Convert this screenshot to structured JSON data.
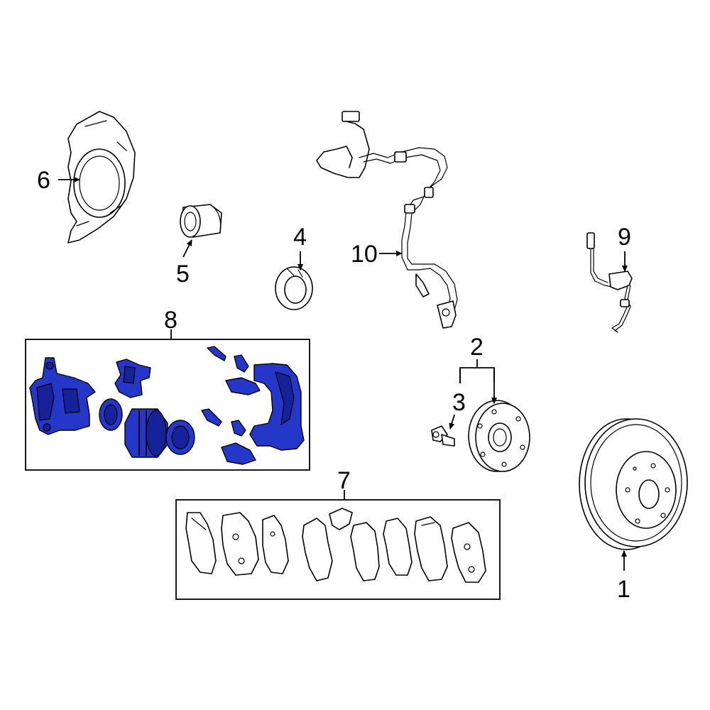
{
  "diagram": {
    "highlight_color": "#2537c8",
    "line_color": "#000000",
    "background": "#ffffff",
    "callouts": {
      "c1": "1",
      "c2": "2",
      "c3": "3",
      "c4": "4",
      "c5": "5",
      "c6": "6",
      "c7": "7",
      "c8": "8",
      "c9": "9",
      "c10": "10"
    },
    "highlighted_part": "caliper-assembly"
  }
}
